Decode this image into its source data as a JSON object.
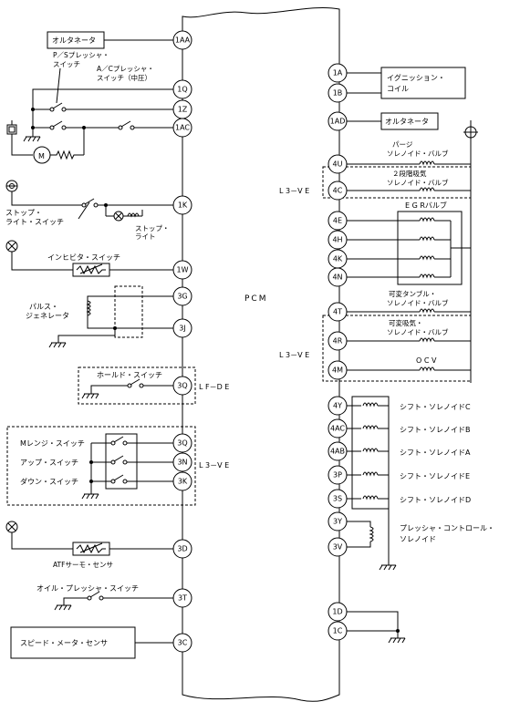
{
  "pcm_label": "PCM",
  "terminals": {
    "t1AA": "1AA",
    "t1Q": "1Q",
    "t1Z": "1Z",
    "t1AC": "1AC",
    "t1K": "1K",
    "t1W": "1W",
    "t3G": "3G",
    "t3J": "3J",
    "t3Q1": "3Q",
    "t3Q2": "3Q",
    "t3N": "3N",
    "t3K": "3K",
    "t3D": "3D",
    "t3T": "3T",
    "t3C": "3C",
    "t1A": "1A",
    "t1B": "1B",
    "t1AD": "1AD",
    "t4U": "4U",
    "t4C": "4C",
    "t4E": "4E",
    "t4H": "4H",
    "t4K": "4K",
    "t4N": "4N",
    "t4T": "4T",
    "t4R": "4R",
    "t4M": "4M",
    "t4Y": "4Y",
    "t4AC": "4AC",
    "t4AB": "4AB",
    "t3P": "3P",
    "t3S": "3S",
    "t3Y": "3Y",
    "t3V": "3V",
    "t1D": "1D",
    "t1C": "1C"
  },
  "left": {
    "alternator": "オルタネータ",
    "ps_switch_1": "P／Sプレッシャ・",
    "ps_switch_2": "スイッチ",
    "ac_switch_1": "A／Cプレッシャ・",
    "ac_switch_2": "スイッチ（中圧）",
    "stop_switch_1": "ストップ・",
    "stop_switch_2": "ライト・スイッチ",
    "stop_light_1": "ストップ・",
    "stop_light_2": "ライト",
    "inhibitor_switch": "インヒビタ・スイッチ",
    "pulse_gen_1": "パルス・",
    "pulse_gen_2": "ジェネレータ",
    "hold_switch": "ホールド・スイッチ",
    "lf_de": "L F－D E",
    "m_range_switch": "Mレンジ・スイッチ",
    "up_switch": "アップ・スイッチ",
    "down_switch": "ダウン・スイッチ",
    "l3_ve_left": "L 3－V E",
    "atf_sensor": "ATFサーモ・センサ",
    "oil_pressure_switch": "オイル・プレッシャ・スイッチ",
    "speedometer_sensor": "スピード・メータ・センサ"
  },
  "right": {
    "ignition_1": "イグニッション・",
    "ignition_2": "コイル",
    "alternator": "オルタネータ",
    "purge_1": "パージ",
    "purge_2": "ソレノイド・バルブ",
    "l3_ve_a": "L 3－V E",
    "two_stage_1": "２段階吸気",
    "two_stage_2": "ソレノイド・バルブ",
    "egr_valve": "E G Rバルブ",
    "variable_tumble_1": "可変タンブル・",
    "variable_tumble_2": "ソレノイド・バルブ",
    "variable_intake_1": "可変吸気・",
    "variable_intake_2": "ソレノイド・バルブ",
    "l3_ve_b": "L 3－V E",
    "ocv": "O C V",
    "shift_c": "シフト・ソレノイドC",
    "shift_b": "シフト・ソレノイドB",
    "shift_a": "シフト・ソレノイドA",
    "shift_e": "シフト・ソレノイドE",
    "shift_d": "シフト・ソレノイドD",
    "pressure_control_1": "プレッシャ・コントロール・",
    "pressure_control_2": "ソレノイド"
  }
}
